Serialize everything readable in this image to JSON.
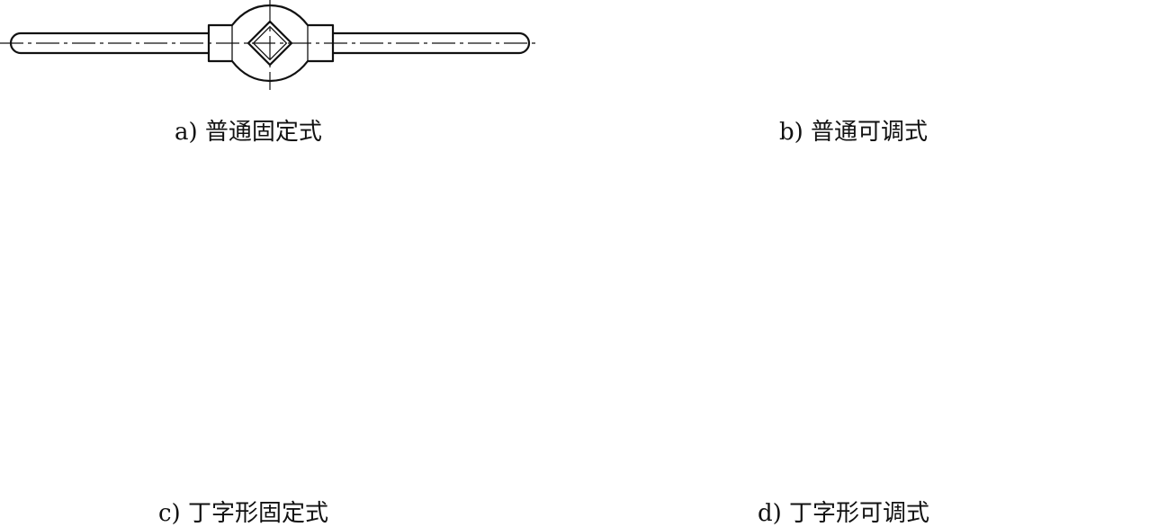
{
  "figures": [
    {
      "id": "a",
      "caption": "a) 普通固定式"
    },
    {
      "id": "b",
      "caption": "b) 普通可调式"
    },
    {
      "id": "c",
      "caption": "c) 丁字形固定式"
    },
    {
      "id": "d",
      "caption": "d) 丁字形可调式"
    }
  ]
}
